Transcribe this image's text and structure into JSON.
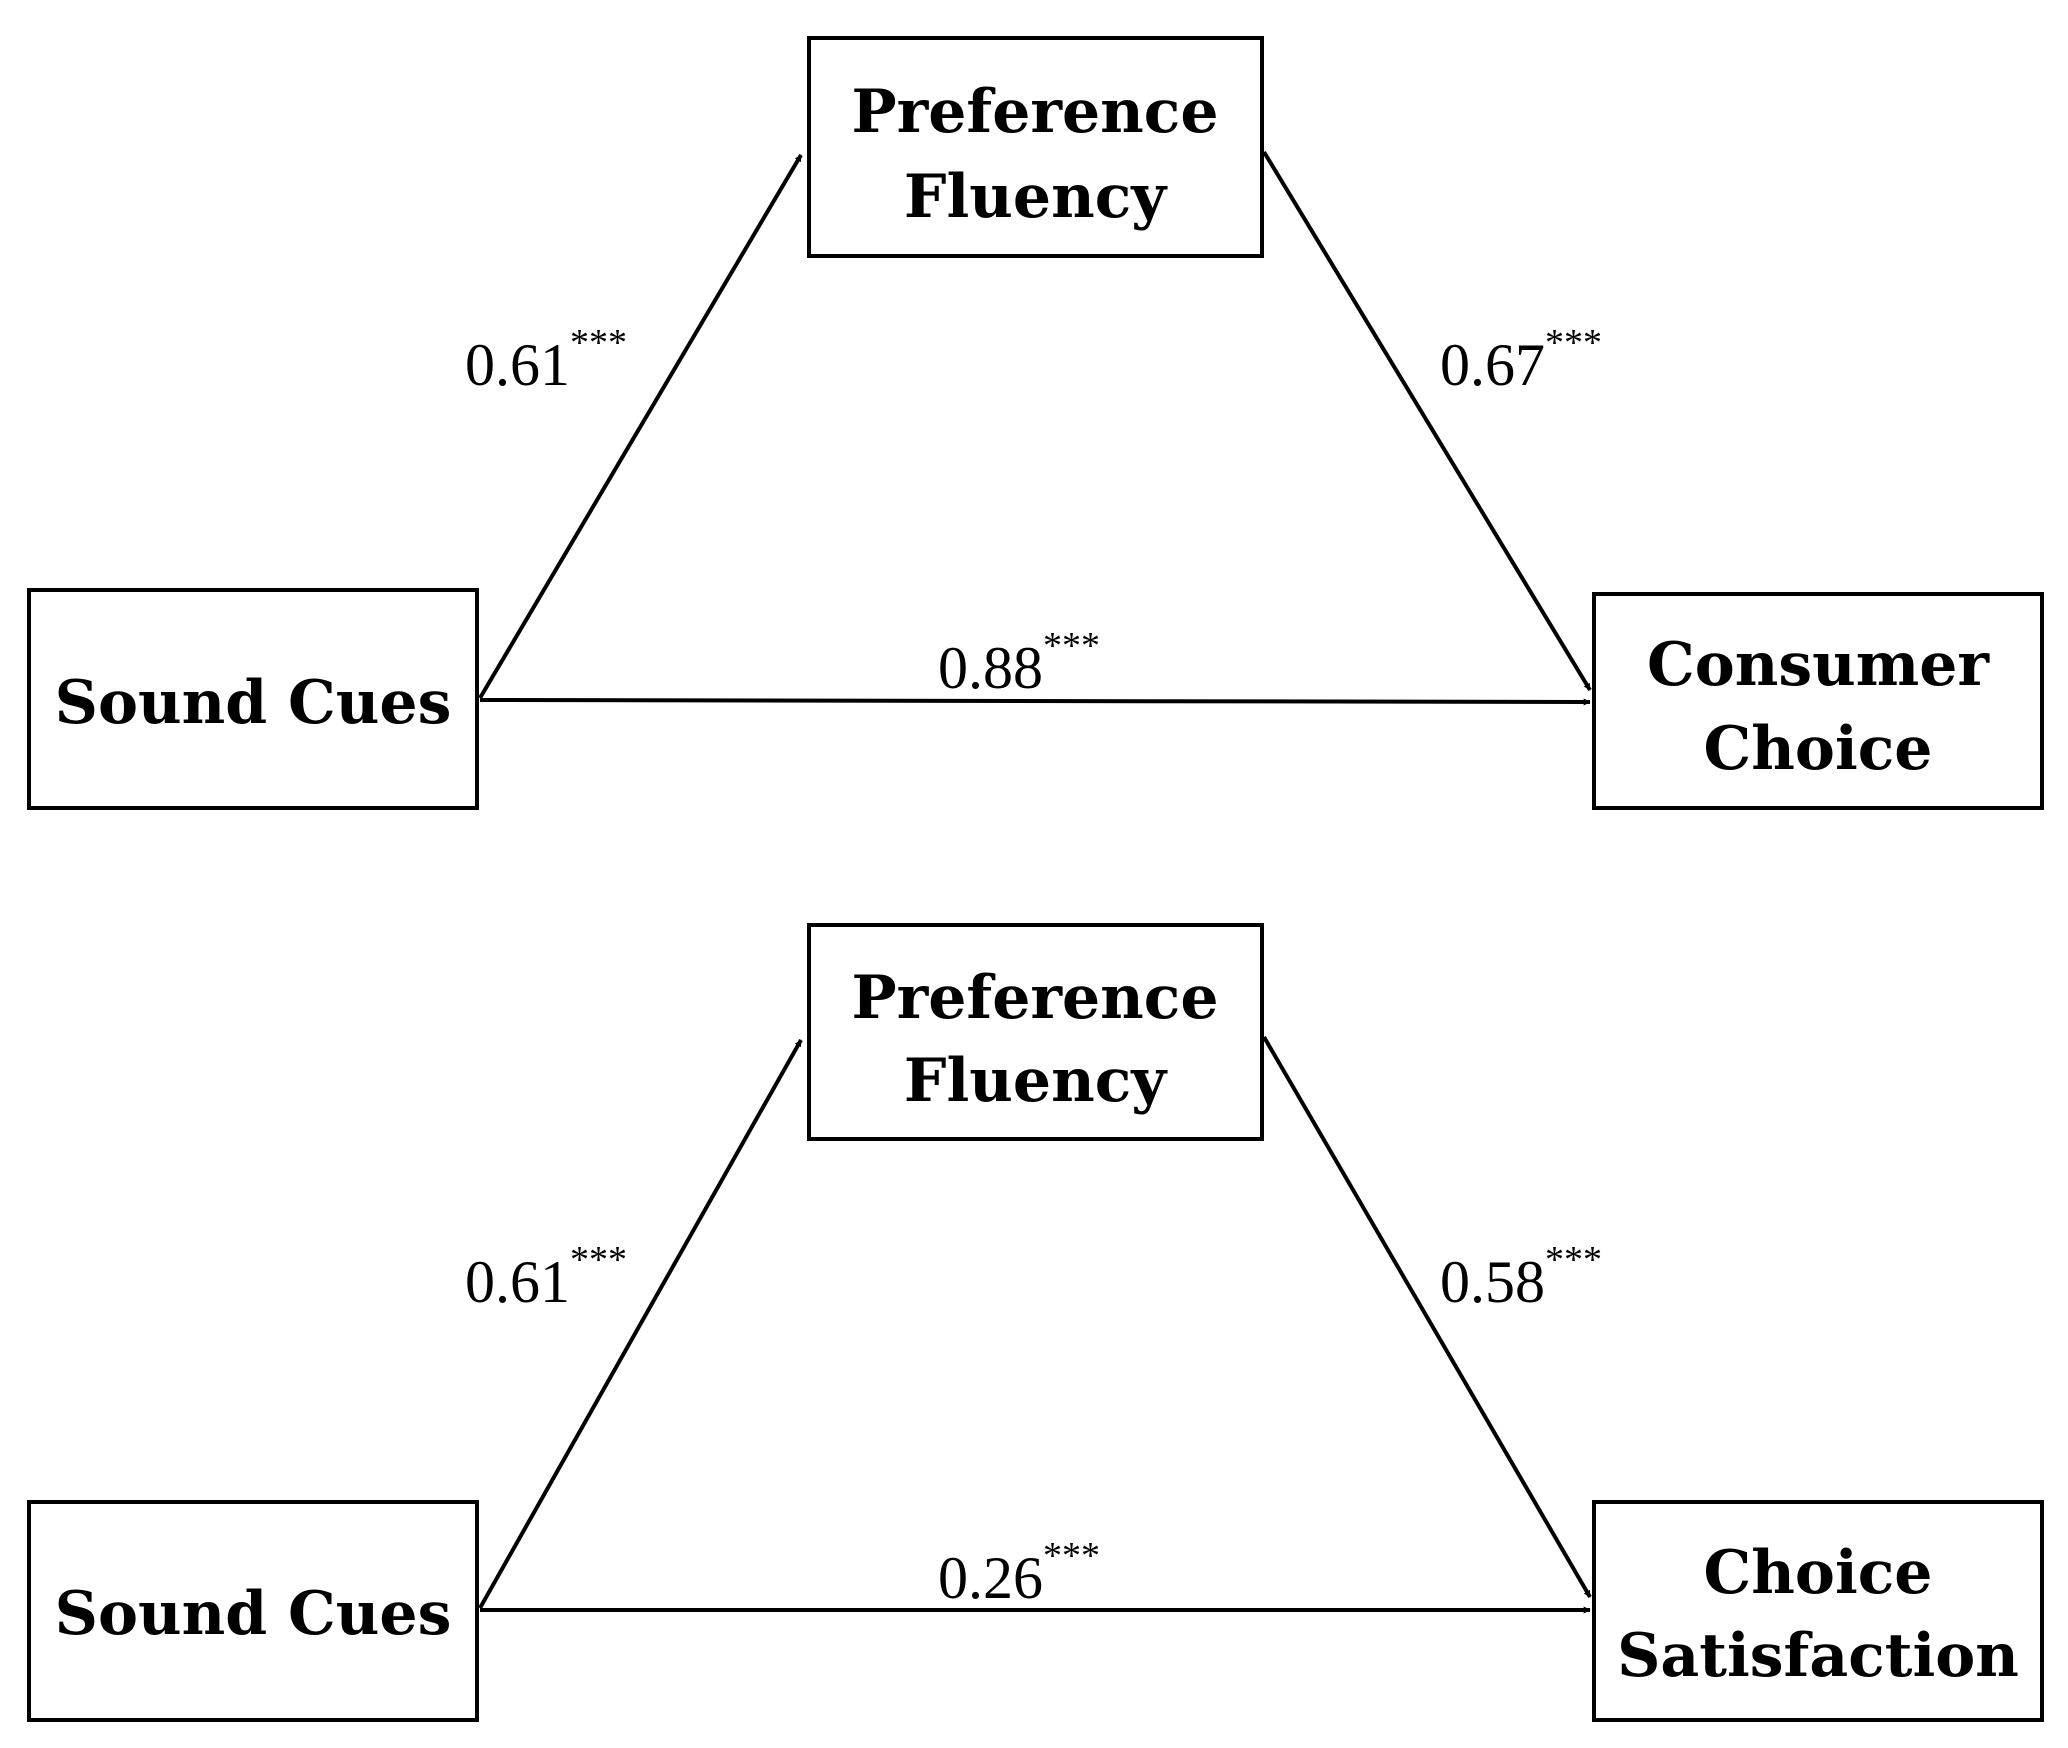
{
  "models": [
    {
      "mediator": [
        "Preference",
        "Fluency"
      ],
      "predictor": [
        "Sound Cues"
      ],
      "outcome": [
        "Consumer",
        "Choice"
      ],
      "paths": {
        "a": {
          "value": "0.61",
          "sig": "***"
        },
        "b": {
          "value": "0.67",
          "sig": "***"
        },
        "c": {
          "value": "0.88",
          "sig": "***"
        }
      }
    },
    {
      "mediator": [
        "Preference",
        "Fluency"
      ],
      "predictor": [
        "Sound Cues"
      ],
      "outcome": [
        "Choice",
        "Satisfaction"
      ],
      "paths": {
        "a": {
          "value": "0.61",
          "sig": "***"
        },
        "b": {
          "value": "0.58",
          "sig": "***"
        },
        "c": {
          "value": "0.26",
          "sig": "***"
        }
      }
    }
  ]
}
